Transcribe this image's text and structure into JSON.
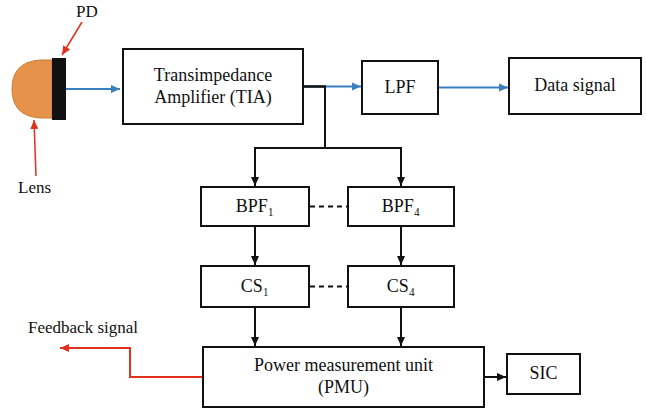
{
  "diagram": {
    "nodes": [
      {
        "text": [
          "Transimpedance Amplifier (TIA)"
        ]
      },
      {
        "text": [
          "LPF"
        ]
      },
      {
        "text": [
          "Data signal"
        ]
      },
      {
        "text": [
          "BPF₁"
        ]
      },
      {
        "text": [
          "BPF₄"
        ]
      },
      {
        "text": [
          "CS₁"
        ]
      },
      {
        "text": [
          "CS₄"
        ]
      },
      {
        "text": [
          "Power measurement unit (PMU)"
        ]
      },
      {
        "text": [
          "SIC"
        ]
      }
    ],
    "edges": [
      {
        "from": 0,
        "to": 1,
        "arrow": "to"
      },
      {
        "from": 1,
        "to": 2,
        "arrow": "to"
      },
      {
        "from": 0,
        "to": 3,
        "arrow": "to"
      },
      {
        "from": 0,
        "to": 4,
        "arrow": "to"
      },
      {
        "from": 3,
        "to": 4,
        "arrow": "none"
      },
      {
        "from": 3,
        "to": 5,
        "arrow": "to"
      },
      {
        "from": 4,
        "to": 6,
        "arrow": "to"
      },
      {
        "from": 5,
        "to": 6,
        "arrow": "none"
      },
      {
        "from": 5,
        "to": 7,
        "arrow": "to"
      },
      {
        "from": 6,
        "to": 7,
        "arrow": "to"
      },
      {
        "from": 7,
        "to": 8,
        "arrow": "to"
      }
    ],
    "labels": [
      "PD",
      "Lens",
      "Feedback signal"
    ]
  }
}
